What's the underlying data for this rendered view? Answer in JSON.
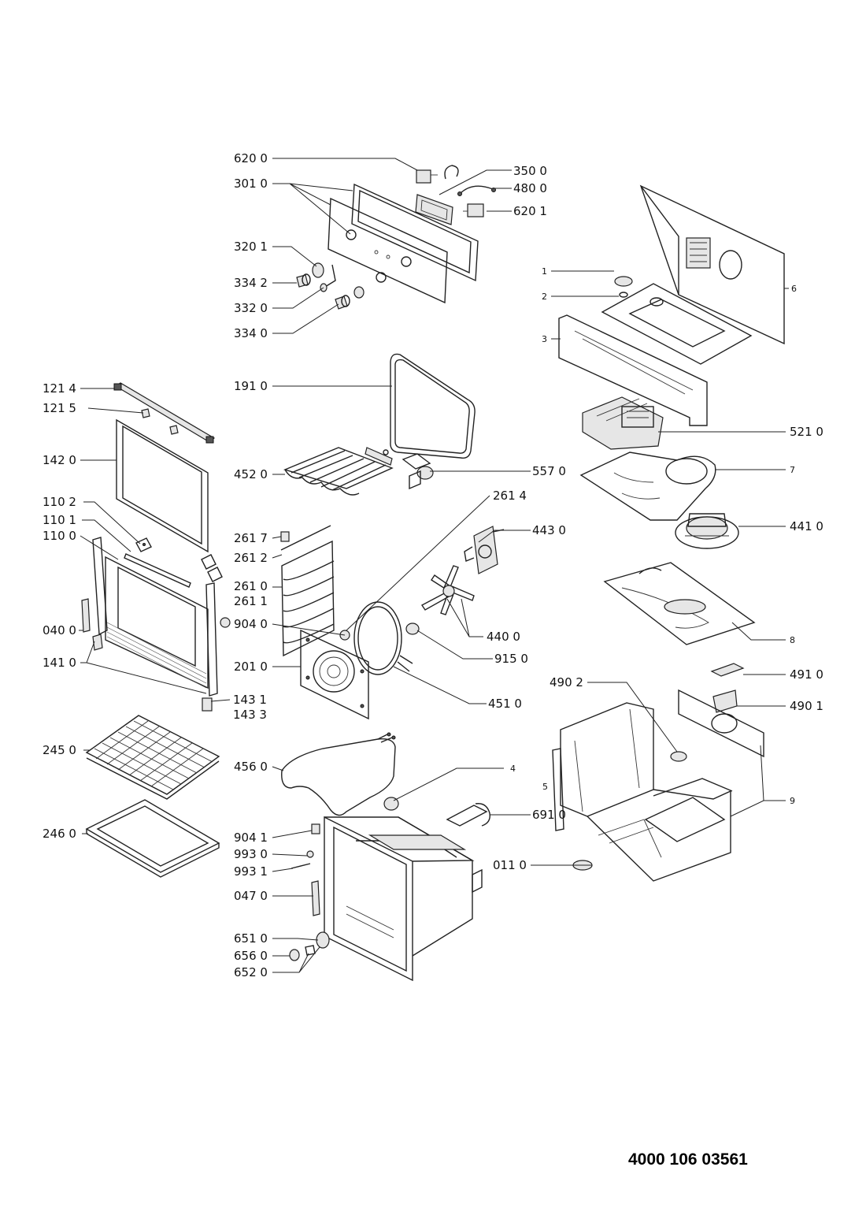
{
  "document_number": "4000 106 03561",
  "labels": {
    "l_620_0": "620 0",
    "l_301_0": "301 0",
    "l_350_0": "350 0",
    "l_480_0": "480 0",
    "l_620_1": "620 1",
    "l_320_1": "320 1",
    "l_334_2": "334 2",
    "l_332_0": "332 0",
    "l_334_0": "334 0",
    "l_191_0": "191 0",
    "l_121_4": "121 4",
    "l_121_5": "121 5",
    "l_142_0": "142 0",
    "l_110_2": "110 2",
    "l_110_1": "110 1",
    "l_110_0": "110 0",
    "l_040_0": "040 0",
    "l_141_0": "141 0",
    "l_143_1": "143 1",
    "l_143_3": "143 3",
    "l_245_0": "245 0",
    "l_246_0": "246 0",
    "l_452_0": "452 0",
    "l_557_0": "557 0",
    "l_261_4": "261 4",
    "l_261_7": "261 7",
    "l_261_2": "261 2",
    "l_261_0": "261 0",
    "l_261_1": "261 1",
    "l_904_0": "904 0",
    "l_443_0": "443 0",
    "l_440_0": "440 0",
    "l_915_0": "915 0",
    "l_201_0": "201 0",
    "l_451_0": "451 0",
    "l_456_0": "456 0",
    "l_904_1": "904 1",
    "l_993_0": "993 0",
    "l_993_1": "993 1",
    "l_047_0": "047 0",
    "l_651_0": "651 0",
    "l_656_0": "656 0",
    "l_652_0": "652 0",
    "l_691_0": "691 0",
    "l_011_0": "011 0",
    "l_4": "4",
    "l_5": "5",
    "l_1": "1",
    "l_2": "2",
    "l_3": "3",
    "l_6": "6",
    "l_7": "7",
    "l_8": "8",
    "l_9": "9",
    "l_521_0": "521 0",
    "l_441_0": "441 0",
    "l_491_0": "491 0",
    "l_490_1": "490 1",
    "l_490_2": "490 2"
  }
}
